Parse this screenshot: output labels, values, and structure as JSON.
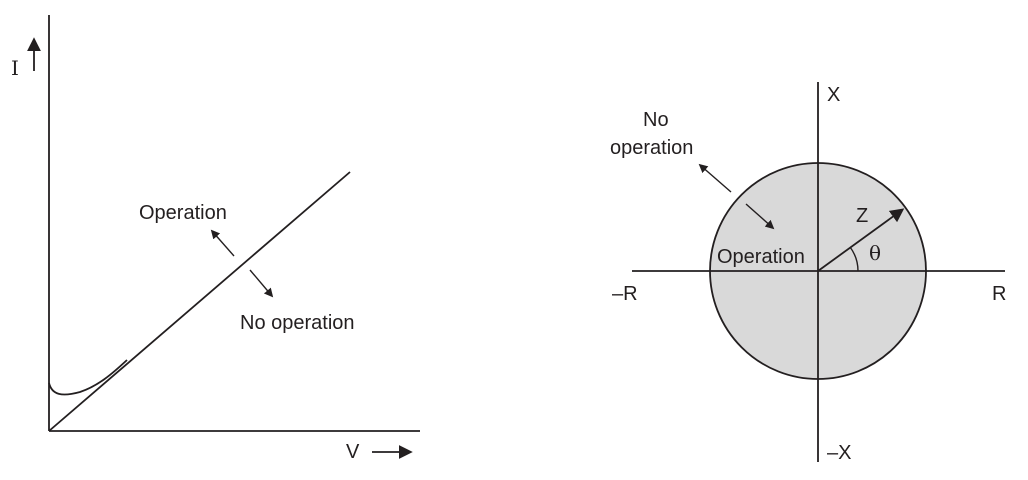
{
  "left_diagram": {
    "y_axis_label": "I",
    "x_axis_label": "V",
    "region_above": "Operation",
    "region_below": "No operation"
  },
  "right_diagram": {
    "x_pos_label": "X",
    "x_neg_label": "–X",
    "r_pos_label": "R",
    "r_neg_label": "–R",
    "outside_label_line1": "No",
    "outside_label_line2": "operation",
    "inside_label": "Operation",
    "vector_label": "Z",
    "angle_label": "θ"
  },
  "colors": {
    "ink": "#231f20",
    "operating_region_fill": "#d9d9d9"
  }
}
